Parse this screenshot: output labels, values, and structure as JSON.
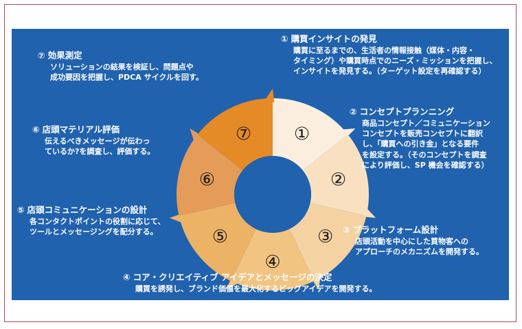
{
  "colors": {
    "background": "#2062ad",
    "border": "#b5435a",
    "segments": [
      "#fbeede",
      "#f8e0c0",
      "#f5d2a2",
      "#f1c481",
      "#ecb266",
      "#e49c58",
      "#e48a26"
    ],
    "text": "#ffffff"
  },
  "cycle": {
    "segments": [
      {
        "label": "①"
      },
      {
        "label": "②"
      },
      {
        "label": "③"
      },
      {
        "label": "④"
      },
      {
        "label": "⑤"
      },
      {
        "label": "⑥"
      },
      {
        "label": "⑦"
      }
    ]
  },
  "steps": [
    {
      "num": "①",
      "title": "購買インサイトの発見",
      "lines": [
        "購買に至るまでの、生活者の情報接触（媒体・内容・",
        "タイミング）や購買時点でのニーズ・ミッションを把握し、",
        "インサイトを発見する。（ターゲット設定を再確認する）"
      ]
    },
    {
      "num": "②",
      "title": "コンセプトプランニング",
      "lines": [
        "商品コンセプト／コミュニケーション",
        "コンセプトを販売コンセプトに翻訳",
        "し、「購買への引き金」となる要件",
        "を設定する。（そのコンセプトを調査",
        "により評価し、SP 機会を確認する）"
      ]
    },
    {
      "num": "③",
      "title": "プラットフォーム設計",
      "lines": [
        "店頭活動を中心にした買物客への",
        "アプローチのメカニズムを開発する。"
      ]
    },
    {
      "num": "④",
      "title": "コア・クリエイティブ アイデアとメッセージの決定",
      "lines": [
        "購買を誘発し、ブランド価値を最大化するビッグアイデアを開発する。"
      ]
    },
    {
      "num": "⑤",
      "title": "店頭コミュニケーションの設計",
      "lines": [
        "各コンタクトポイントの役割に応じて、",
        "ツールとメッセージングを配分する。"
      ]
    },
    {
      "num": "⑥",
      "title": "店頭マテリアル評価",
      "lines": [
        "伝えるべきメッセージが伝わっ",
        "ているか?を調査し、評価する。"
      ]
    },
    {
      "num": "⑦",
      "title": "効果測定",
      "lines": [
        "ソリューションの結果を検証し、問題点や",
        "成功要因を把握し、PDCA サイクルを回す。"
      ]
    }
  ]
}
